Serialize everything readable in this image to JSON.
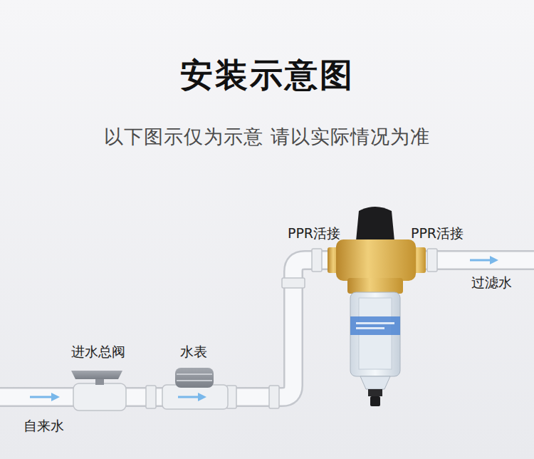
{
  "diagram": {
    "title": "安装示意图",
    "caption": "以下图示仅为示意 请以实际情况为准",
    "labels": [
      "PPR活接",
      "PPR活接",
      "过滤水",
      "进水总阀",
      "水表",
      "自来水"
    ]
  }
}
